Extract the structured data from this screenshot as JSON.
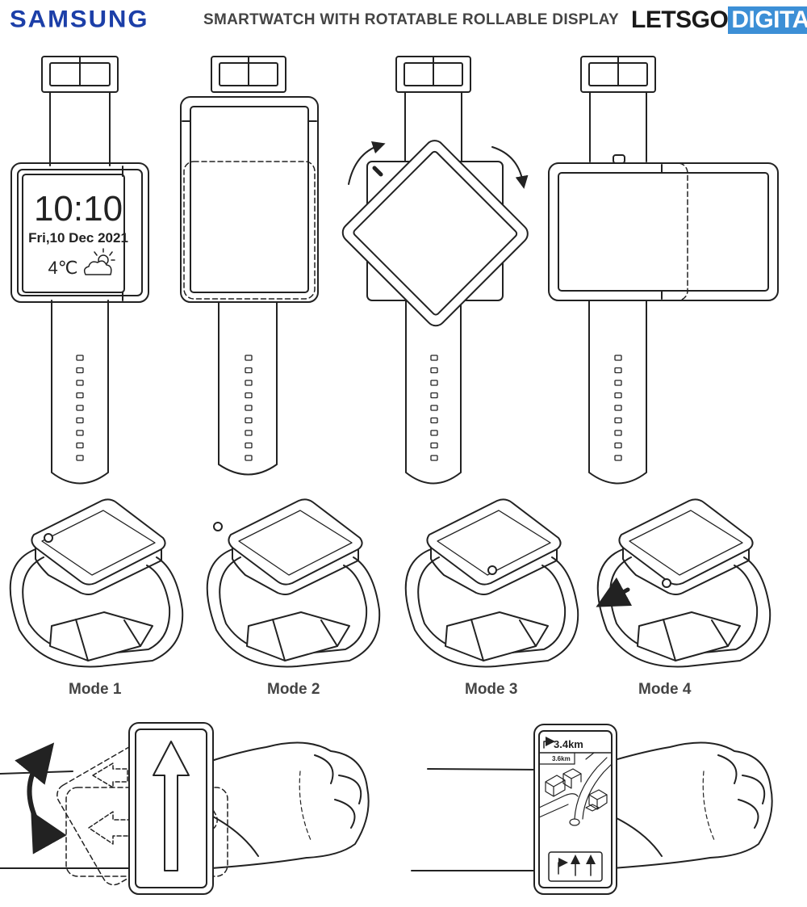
{
  "header": {
    "brand": "SAMSUNG",
    "title": "SMARTWATCH WITH ROTATABLE ROLLABLE DISPLAY",
    "logo_part1": "LETSGO",
    "logo_part2": "DIGITAL"
  },
  "watch_face": {
    "time": "10:10",
    "date": "Fri,10 Dec 2021",
    "temperature": "4℃"
  },
  "modes": [
    "Mode 1",
    "Mode 2",
    "Mode 3",
    "Mode 4"
  ],
  "navigation": {
    "distance_main": "3.4km",
    "distance_sub": "3.6km"
  },
  "colors": {
    "brand_blue": "#1c3fa8",
    "logo_blue": "#3c8fd6",
    "line": "#222222"
  }
}
